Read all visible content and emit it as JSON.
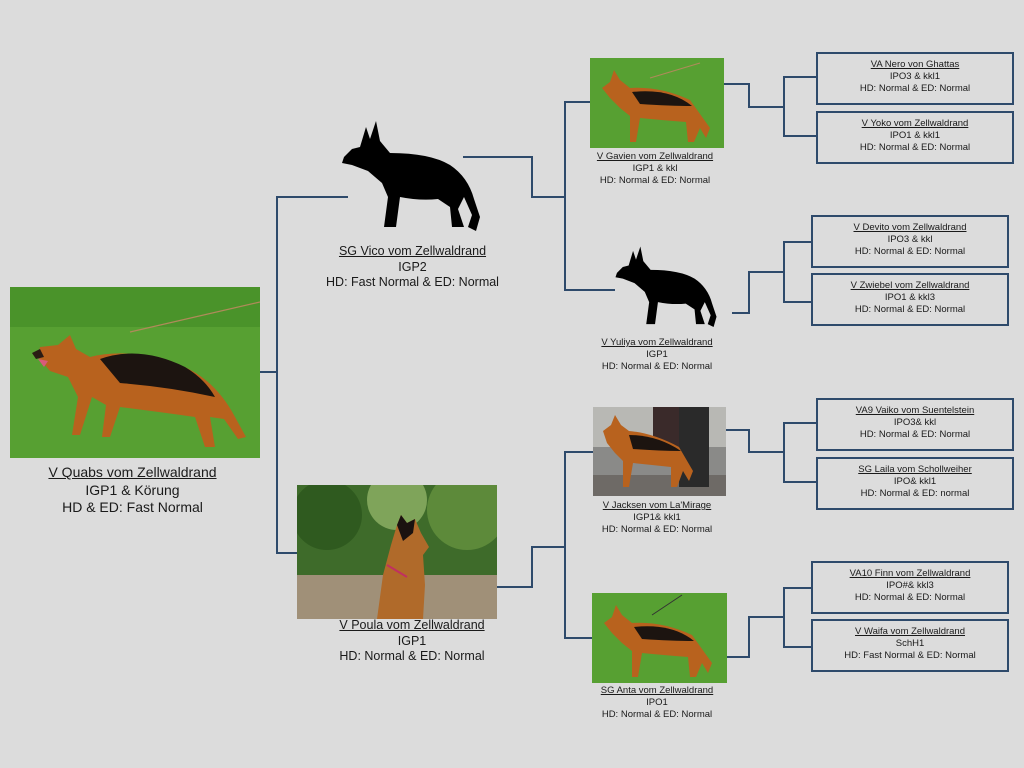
{
  "dog": {
    "name": "V Quabs vom Zellwaldrand",
    "title": "IGP1 & Körung",
    "health": "HD & ED: Fast Normal"
  },
  "sire": {
    "name": "SG  Vico vom Zellwaldrand",
    "title": "IGP2",
    "health": "HD: Fast Normal & ED: Normal"
  },
  "dam": {
    "name": "V Poula vom Zellwaldrand",
    "title": "IGP1",
    "health": "HD: Normal & ED: Normal"
  },
  "grandparents": [
    {
      "name": "V Gavien vom Zellwaldrand ",
      "title": "IGP1 & kkl",
      "health": "HD: Normal & ED: Normal"
    },
    {
      "name": "V Yuliya vom Zellwaldrand",
      "title": "IGP1",
      "health": "HD: Normal & ED:  Normal"
    },
    {
      "name": "V Jacksen vom La'Mirage",
      "title": "IGP1& kkl1",
      "health": "HD: Normal & ED: Normal"
    },
    {
      "name": "SG Anta vom Zellwaldrand",
      "title": "IPO1",
      "health": "HD: Normal & ED: Normal"
    }
  ],
  "great_grandparents": [
    {
      "name": "VA Nero von Ghattas",
      "title": "IPO3 & kkl1",
      "health": "HD: Normal & ED: Normal"
    },
    {
      "name": "V Yoko vom Zellwaldrand",
      "title": "IPO1 & kkl1",
      "health": "HD: Normal & ED: Normal"
    },
    {
      "name": "V Devito vom Zellwaldrand",
      "title": "IPO3 & kkl",
      "health": "HD: Normal & ED: Normal"
    },
    {
      "name": "V Zwiebel vom Zellwaldrand",
      "title": "IPO1 & kkl3",
      "health": "HD: Normal & ED: Normal"
    },
    {
      "name": "VA9 Vaiko vom Suentelstein",
      "title": "IPO3& kkl",
      "health": "HD: Normal & ED: Normal"
    },
    {
      "name": "SG Laila vom Schollweiher",
      "title": "IPO& kkl1",
      "health": "HD: Normal & ED: normal"
    },
    {
      "name": "VA10 Finn vom Zellwaldrand",
      "title": "IPO#& kkl3",
      "health": "HD: Normal & ED: Normal"
    },
    {
      "name": "V Waifa vom Zellwaldrand",
      "title": "SchH1",
      "health": "HD: Fast Normal & ED: Normal"
    }
  ],
  "colors": {
    "connector": "#2e4a6b",
    "background": "#dcdcdc",
    "grass": "#4f9a2c",
    "silhouette": "#000000"
  }
}
